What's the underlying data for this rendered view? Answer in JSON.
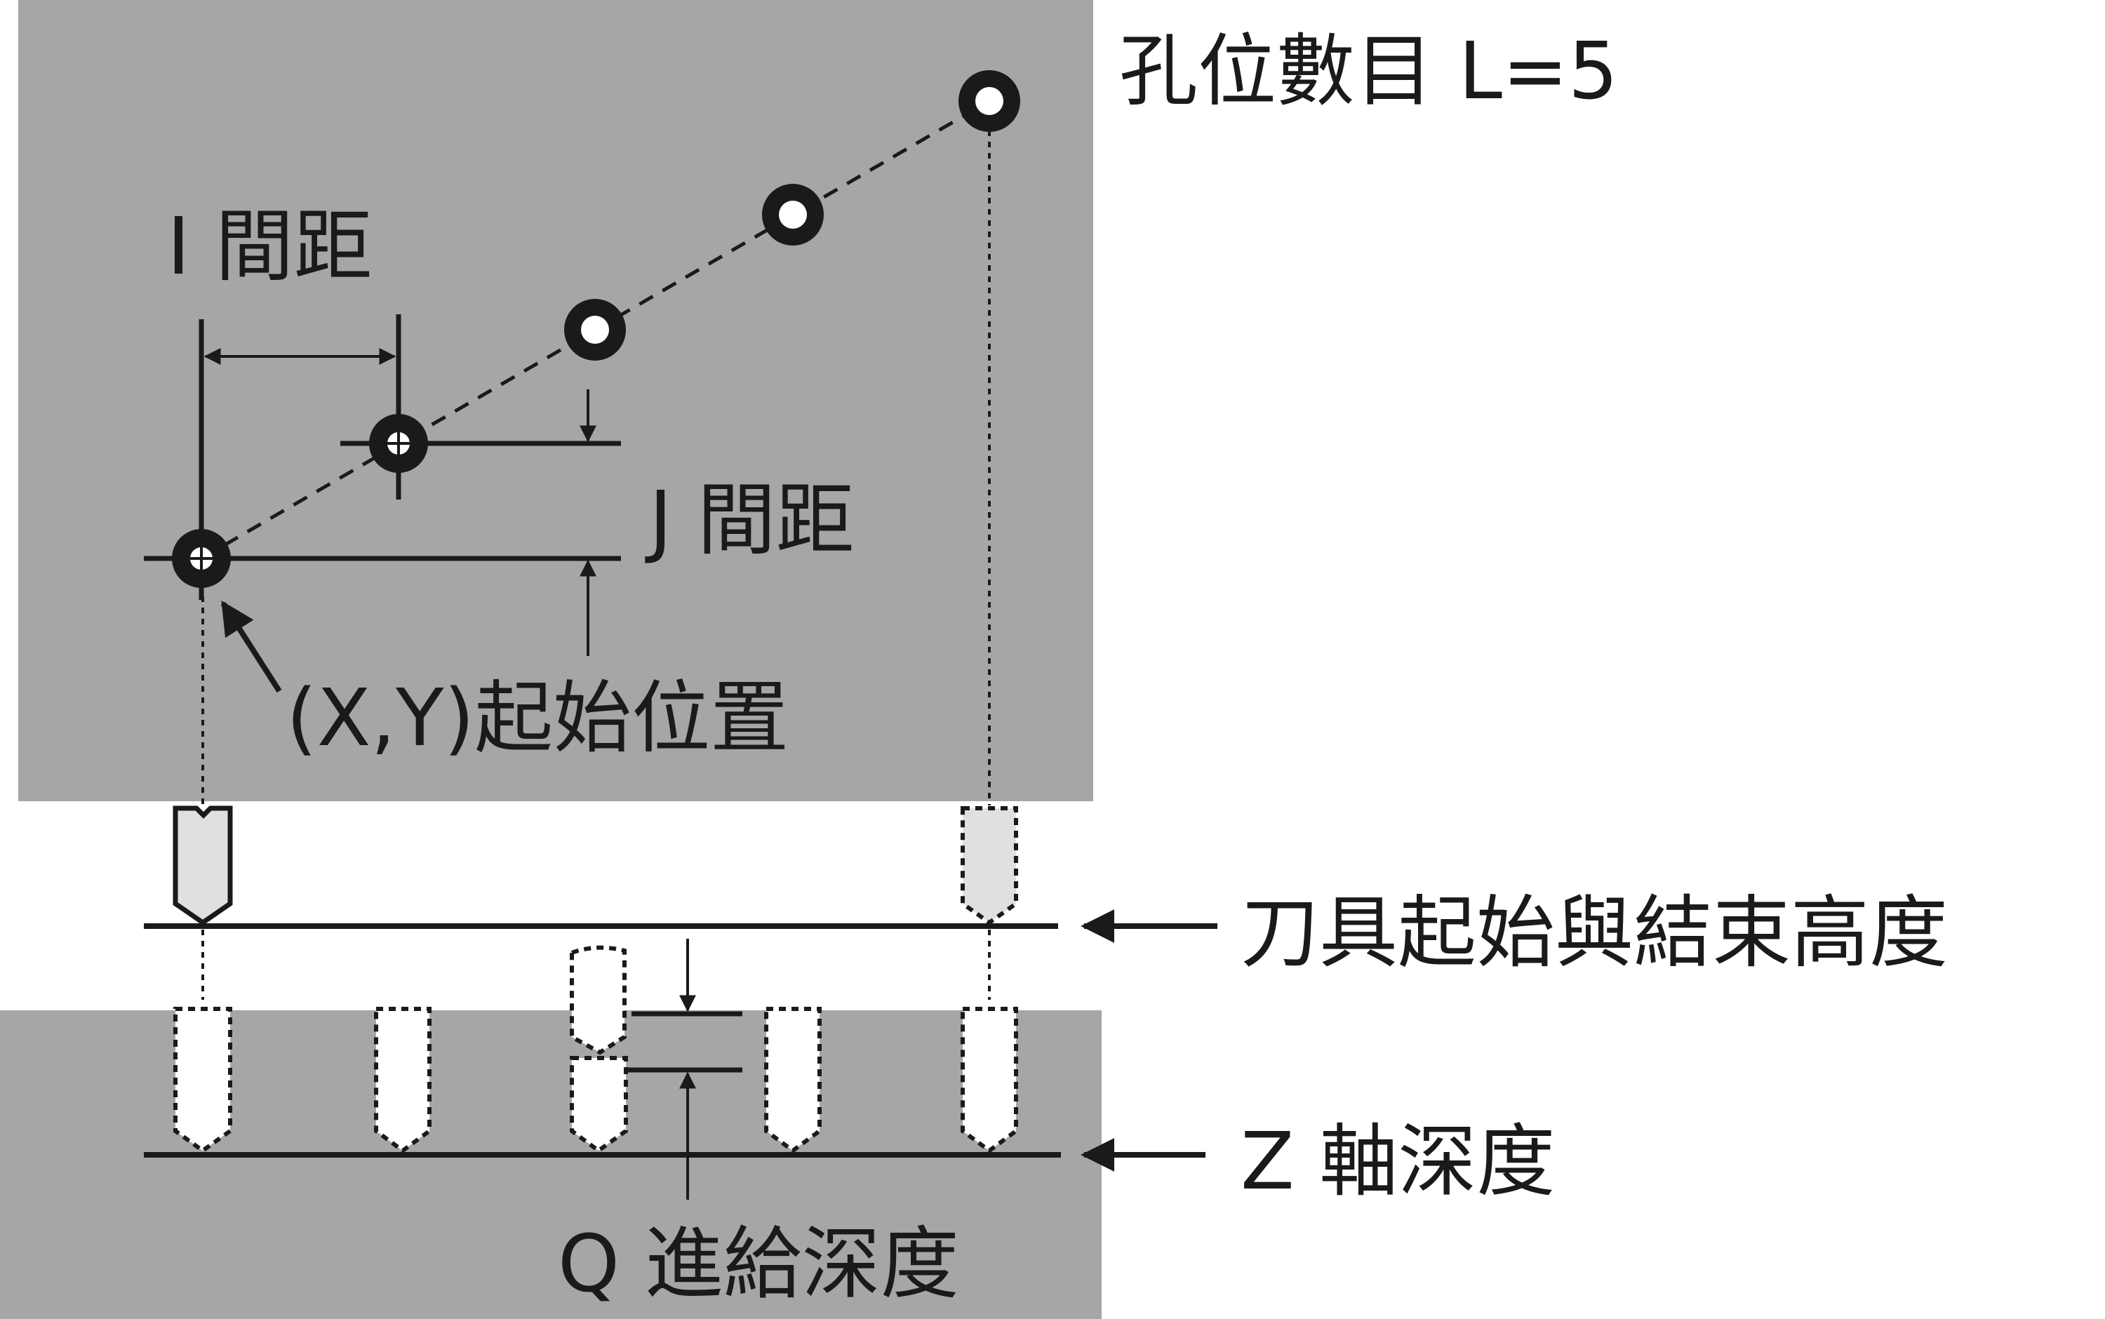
{
  "labels": {
    "hole_count": "孔位數目  L=5",
    "i_spacing": "I 間距",
    "j_spacing": "J 間距",
    "start_position": "(X,Y)起始位置",
    "tool_start_end_height": "刀具起始與結束高度",
    "z_depth": "Z 軸深度",
    "q_feed_depth": "Q 進給深度"
  },
  "colors": {
    "background": "#ffffff",
    "workpiece": "#a6a6a6",
    "line": "#1a1a1a",
    "tool_fill": "#e0e0e0",
    "hole_center": "#ffffff"
  }
}
